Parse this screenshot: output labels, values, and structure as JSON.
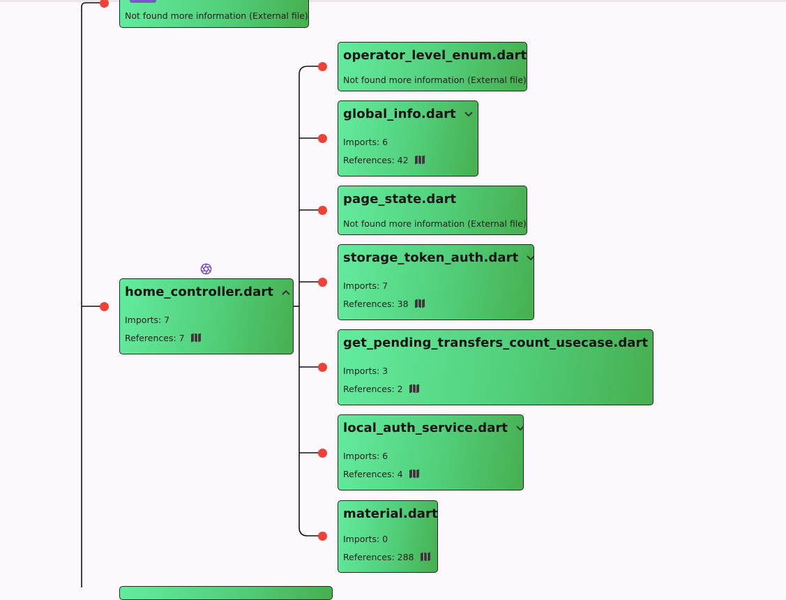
{
  "colors": {
    "node_start": "#63ec9e",
    "node_end": "#47af4f",
    "dot": "#ef4136",
    "accent": "#6a3fd0",
    "wire": "#111111"
  },
  "top_node": {
    "subtitle": "Not found more information (External file)"
  },
  "root": {
    "name": "home_controller.dart",
    "imports": "Imports: 7",
    "references": "References: 7",
    "icon": "chevron-up-icon"
  },
  "children": [
    {
      "name": "operator_level_enum.dart",
      "subtitle": "Not found more information (External file)"
    },
    {
      "name": "global_info.dart",
      "imports": "Imports: 6",
      "references": "References: 42"
    },
    {
      "name": "page_state.dart",
      "subtitle": "Not found more information (External file)"
    },
    {
      "name": "storage_token_auth.dart",
      "imports": "Imports: 7",
      "references": "References: 38"
    },
    {
      "name": "get_pending_transfers_count_usecase.dart",
      "imports": "Imports: 3",
      "references": "References: 2"
    },
    {
      "name": "local_auth_service.dart",
      "imports": "Imports: 6",
      "references": "References: 4"
    },
    {
      "name": "material.dart",
      "imports": "Imports: 0",
      "references": "References: 288"
    }
  ]
}
